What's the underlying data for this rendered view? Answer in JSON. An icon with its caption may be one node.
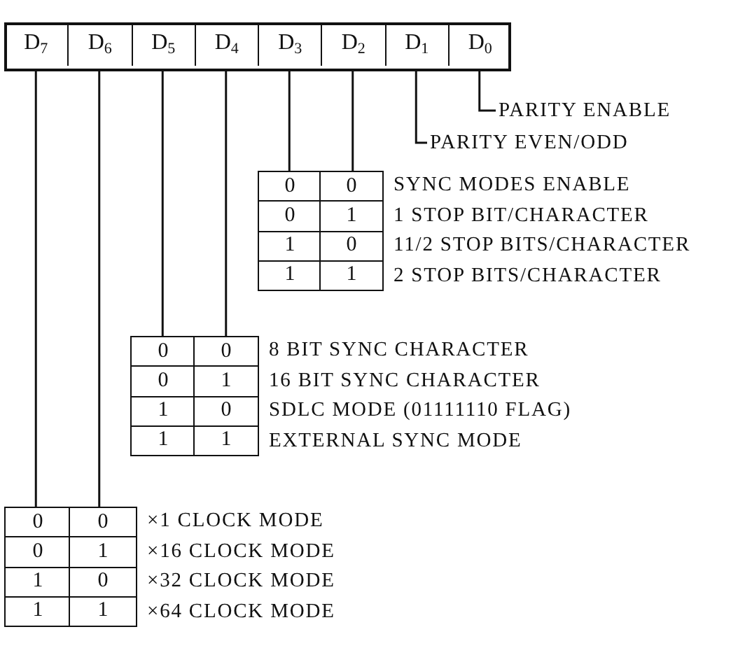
{
  "diagram": {
    "nodes": [
      {
        "text": [],
        "shape": "box"
      },
      {
        "text": [
          "D$_{7}$"
        ],
        "in": 0
      },
      {
        "text": [
          "D$_{6}$"
        ],
        "in": 0
      },
      {
        "text": [
          "D$_{5}$"
        ],
        "in": 0
      },
      {
        "text": [
          "D$_{4}$"
        ],
        "in": 0
      },
      {
        "text": [
          "D$_{3}$"
        ],
        "in": 0
      },
      {
        "text": [
          "D$_{2}$"
        ],
        "in": 0
      },
      {
        "text": [
          "D$_{1}$"
        ],
        "in": 0
      },
      {
        "text": [
          "D$_{0}$"
        ],
        "in": 0
      },
      {
        "text": [
          "PARITY ENABLE"
        ]
      },
      {
        "text": [
          "PARITY EVEN/ODD"
        ]
      },
      {
        "text": [
          "0",
          "0",
          "1",
          "1"
        ]
      },
      {
        "text": [
          "0",
          "1",
          "0",
          "1"
        ],
        "beside": [
          "SYNC MODES ENABLE",
          "1 STOP BIT/CHARACTER",
          "11/2 STOP BITS/CHARACTER",
          "2 STOP BITS/CHARACTER"
        ]
      },
      {
        "text": [
          "0",
          "0",
          "1",
          "1"
        ]
      },
      {
        "text": [
          "0",
          "1",
          "0",
          "1"
        ],
        "beside": [
          "8 BIT SYNC CHARACTER",
          "16 BIT SYNC CHARACTER",
          "SDLC MODE (01111110 FLAG)",
          "EXTERNAL SYNC MODE"
        ]
      },
      {
        "text": [
          "0",
          "0",
          "1",
          "1"
        ]
      },
      {
        "text": [
          "0",
          "1",
          "0",
          "1"
        ],
        "beside": [
          "×1 CLOCK MODE",
          "×16 CLOCK MODE",
          "×32 CLOCK MODE",
          "×64 CLOCK MODE"
        ]
      }
    ],
    "edges": [
      {
        "from": 8,
        "to": 9,
        "arrow": "none"
      },
      {
        "from": 7,
        "to": 10,
        "arrow": "none"
      },
      {
        "from": 5,
        "to": 11,
        "arrow": "none"
      },
      {
        "from": 6,
        "to": 12,
        "arrow": "none"
      },
      {
        "from": 3,
        "to": 13,
        "arrow": "none"
      },
      {
        "from": 4,
        "to": 14,
        "arrow": "none"
      },
      {
        "from": 1,
        "to": 15,
        "arrow": "none"
      },
      {
        "from": 2,
        "to": 16,
        "arrow": "none"
      }
    ]
  }
}
